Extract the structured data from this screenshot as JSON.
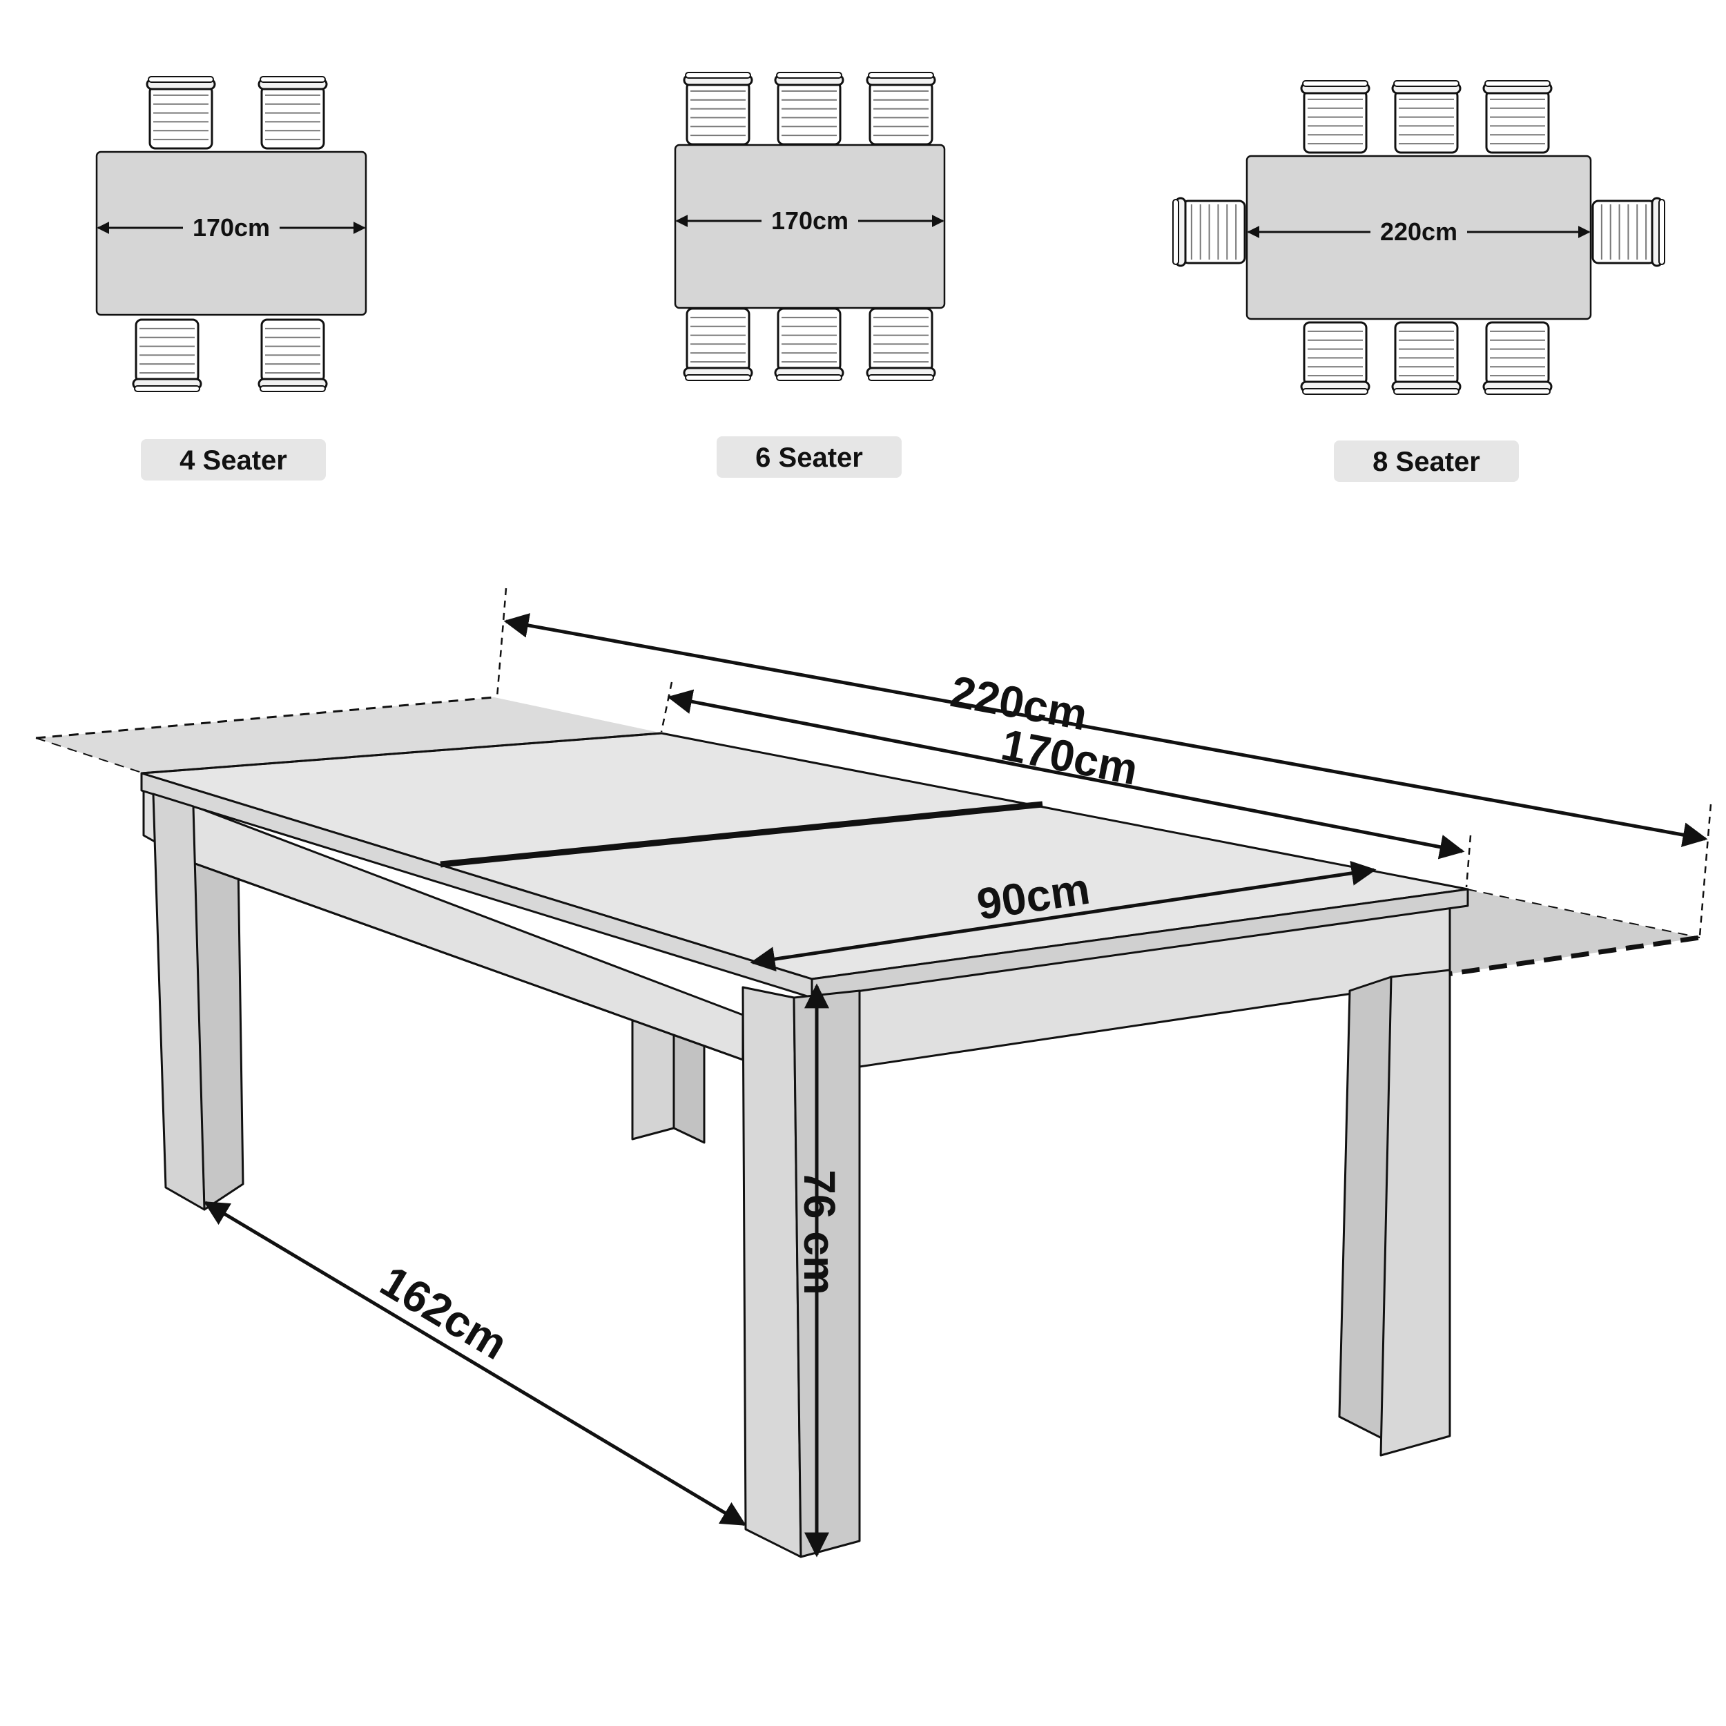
{
  "plans": [
    {
      "label": "4 Seater",
      "dimension": "170cm"
    },
    {
      "label": "6 Seater",
      "dimension": "170cm"
    },
    {
      "label": "8 Seater",
      "dimension": "220cm"
    }
  ],
  "measurements": {
    "extended_length": "220cm",
    "closed_length": "170cm",
    "width": "90cm",
    "height": "76 cm",
    "leg_span": "162cm"
  },
  "colors": {
    "table_top": "#e6e6e6",
    "plan_top": "#d6d6d6",
    "extension": "#dcdcdc",
    "leg_front": "#d4d4d4",
    "leg_side": "#c2c2c2",
    "label_bg": "#e6e6e6",
    "line": "#111111"
  }
}
